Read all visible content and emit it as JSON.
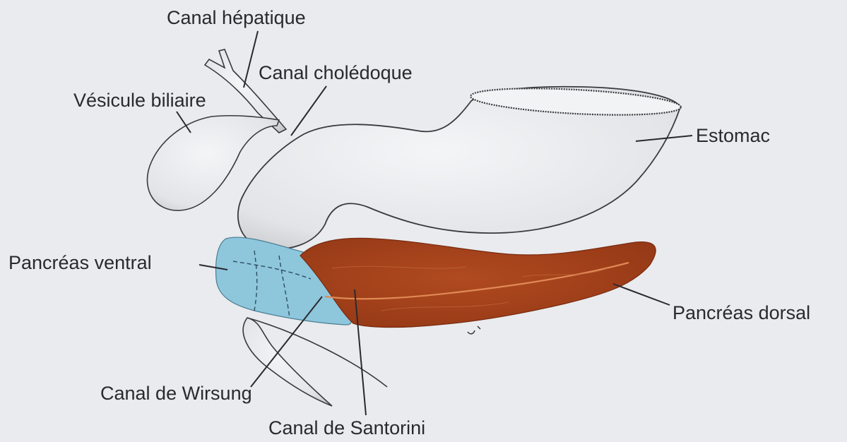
{
  "labels": {
    "canal_hepatique": "Canal hépatique",
    "canal_choledoque": "Canal cholédoque",
    "vesicule_biliaire": "Vésicule biliaire",
    "estomac": "Estomac",
    "pancreas_ventral": "Pancréas ventral",
    "pancreas_dorsal": "Pancréas dorsal",
    "canal_wirsung": "Canal de Wirsung",
    "canal_santorini": "Canal de Santorini"
  },
  "colors": {
    "background": "#e9ebee",
    "organ_fill": "#f1f2f4",
    "outline": "#3a3a3e",
    "pancreas_ventral": "#8ec6dc",
    "pancreas_dorsal": "#a9441c",
    "text": "#2a2a2e"
  }
}
